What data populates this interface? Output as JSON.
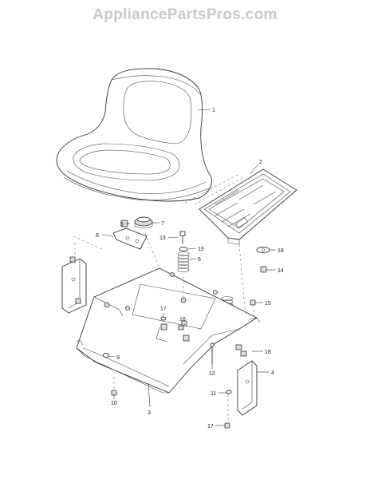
{
  "watermark": "AppliancePartsPros.com",
  "callouts": [
    "1",
    "2",
    "3",
    "4",
    "5",
    "6",
    "7",
    "8",
    "9",
    "10",
    "11",
    "12",
    "13",
    "14",
    "15",
    "16",
    "17",
    "18",
    "19"
  ]
}
